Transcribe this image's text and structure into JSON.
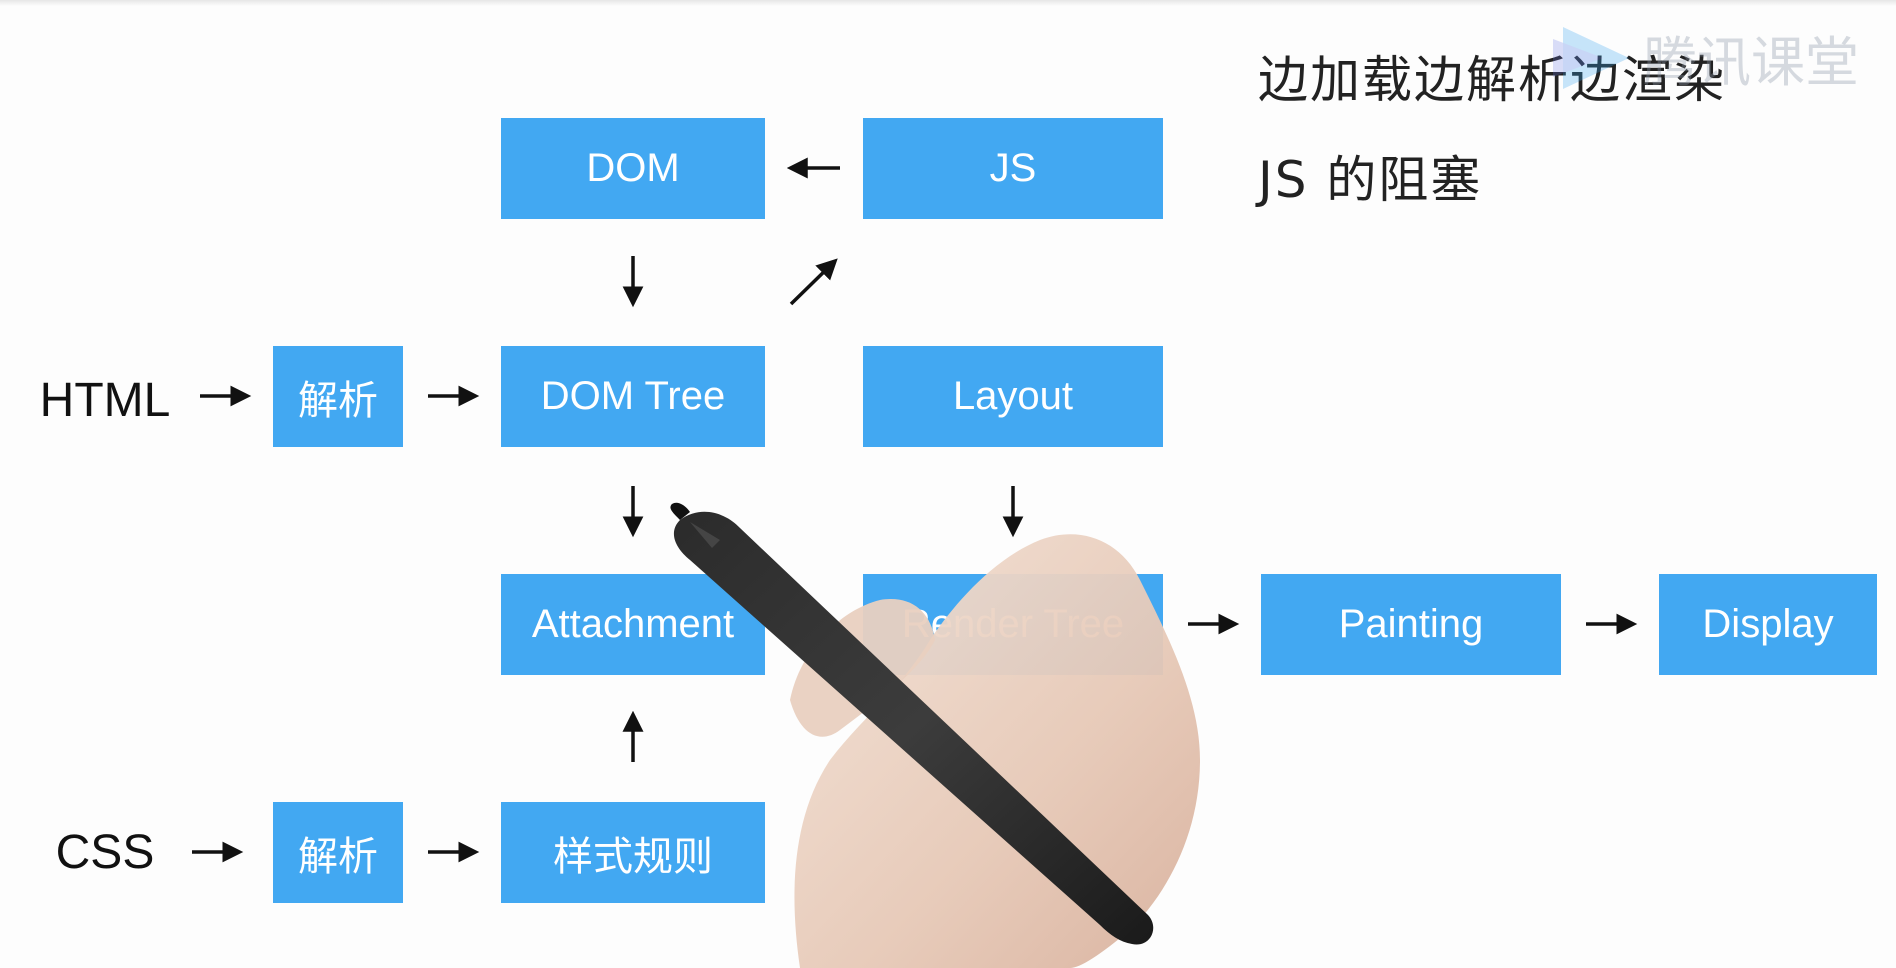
{
  "inputs": {
    "html": "HTML",
    "css": "CSS"
  },
  "boxes": {
    "dom": "DOM",
    "js": "JS",
    "parse_html": "解析",
    "dom_tree": "DOM Tree",
    "layout": "Layout",
    "attachment": "Attachment",
    "render_tree": "Render Tree",
    "painting": "Painting",
    "display": "Display",
    "parse_css": "解析",
    "style_rules": "样式规则"
  },
  "notes": {
    "line1": "边加载边解析边渲染",
    "line2": "JS 的阻塞"
  },
  "watermark": {
    "text": "腾讯课堂"
  },
  "colors": {
    "box_fill": "#42a8f2",
    "box_text": "#ffffff",
    "arrow": "#111111",
    "background": "#fdfdfd"
  }
}
